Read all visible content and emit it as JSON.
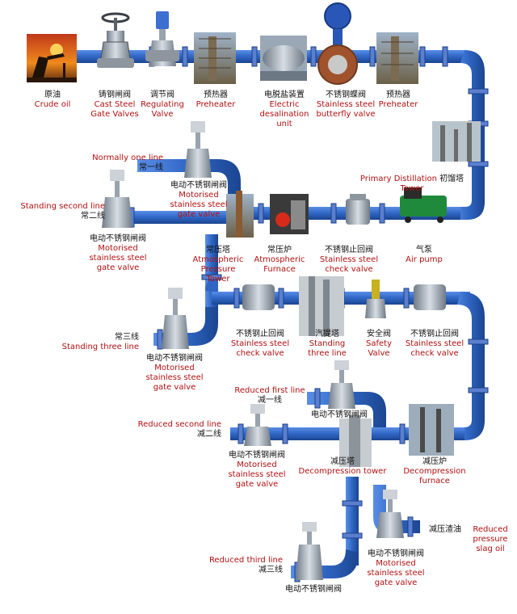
{
  "colors": {
    "pipe": "#2f66c4",
    "pipe_dark": "#1d4a96",
    "flange": "#5b7fcf",
    "red_text": "#b01010",
    "black_text": "#111111"
  },
  "labels": {
    "crude_oil": {
      "zh": "原油",
      "en": "Crude oil"
    },
    "cast_steel_gate": {
      "zh": "铸钢闸阀",
      "en1": "Cast Steel",
      "en2": "Gate Valves"
    },
    "regulating_valve": {
      "zh": "调节阀",
      "en1": "Regulating",
      "en2": "Valve"
    },
    "preheater1": {
      "zh": "预热器",
      "en": "Preheater"
    },
    "desalination": {
      "zh": "电脱盐装置",
      "en1": "Electric",
      "en2": "desalination",
      "en3": "unit"
    },
    "butterfly": {
      "zh": "不锈钢蝶阀",
      "en1": "Stainless steel",
      "en2": "butterfly valve"
    },
    "preheater2": {
      "zh": "预热器",
      "en": "Preheater"
    },
    "primary_tower": {
      "zh": "初馏塔",
      "en1": "Primary Distillation",
      "en2": "Tower"
    },
    "air_pump": {
      "zh": "气泵",
      "en": "Air pump"
    },
    "check_valve_top": {
      "zh": "不锈钢止回阀",
      "en1": "Stainless steel",
      "en2": "check valve"
    },
    "atm_furnace": {
      "zh": "常压炉",
      "en1": "Atmospheric",
      "en2": "Furnace"
    },
    "atm_tower": {
      "zh": "常压塔",
      "en1": "Atmospheric",
      "en2": "Pressure",
      "en3": "Tower"
    },
    "normally_one": {
      "en": "Normally one line",
      "zh": "常一线"
    },
    "motor_gate_1": {
      "zh": "电动不锈钢闸阀",
      "en1": "Motorised",
      "en2": "stainless steel",
      "en3": "gate valve"
    },
    "standing_second": {
      "en": "Standing second line",
      "zh": "常二线"
    },
    "motor_gate_2": {
      "zh": "电动不锈钢闸阀",
      "en1": "Motorised",
      "en2": "stainless steel",
      "en3": "gate valve"
    },
    "standing_three": {
      "zh": "常三线",
      "en": "Standing three line"
    },
    "motor_gate_3": {
      "zh": "电动不锈钢闸阀",
      "en1": "Motorised",
      "en2": "stainless steel",
      "en3": "gate valve"
    },
    "check_valve_mid1": {
      "zh": "不锈钢止回阀",
      "en1": "Stainless steel",
      "en2": "check valve"
    },
    "stripping_tower": {
      "zh": "汽提塔",
      "en1": "Standing",
      "en2": "three line"
    },
    "safety_valve": {
      "zh": "安全阀",
      "en1": "Safety",
      "en2": "Valve"
    },
    "check_valve_mid2": {
      "zh": "不锈钢止回阀",
      "en1": "Stainless steel",
      "en2": "check valve"
    },
    "reduced_first": {
      "en": "Reduced first line",
      "zh": "减一线"
    },
    "motor_gate_4": {
      "zh": "电动不锈钢闸阀"
    },
    "reduced_second": {
      "en": "Reduced second line",
      "zh": "减二线"
    },
    "motor_gate_5": {
      "zh": "电动不锈钢闸阀",
      "en1": "Motorised",
      "en2": "stainless steel",
      "en3": "gate valve"
    },
    "decomp_tower": {
      "zh": "减压塔",
      "en": "Decompression tower"
    },
    "decomp_furnace": {
      "zh": "减压炉",
      "en1": "Decompression",
      "en2": "furnace"
    },
    "slag_oil": {
      "zh": "减压渣油",
      "en1": "Reduced",
      "en2": "pressure",
      "en3": "slag oil"
    },
    "motor_gate_6": {
      "zh": "电动不锈钢闸阀",
      "en1": "Motorised",
      "en2": "stainless steel",
      "en3": "gate valve"
    },
    "reduced_third": {
      "en": "Reduced third line",
      "zh": "减三线"
    },
    "motor_gate_7": {
      "zh": "电动不锈钢闸阀"
    }
  }
}
